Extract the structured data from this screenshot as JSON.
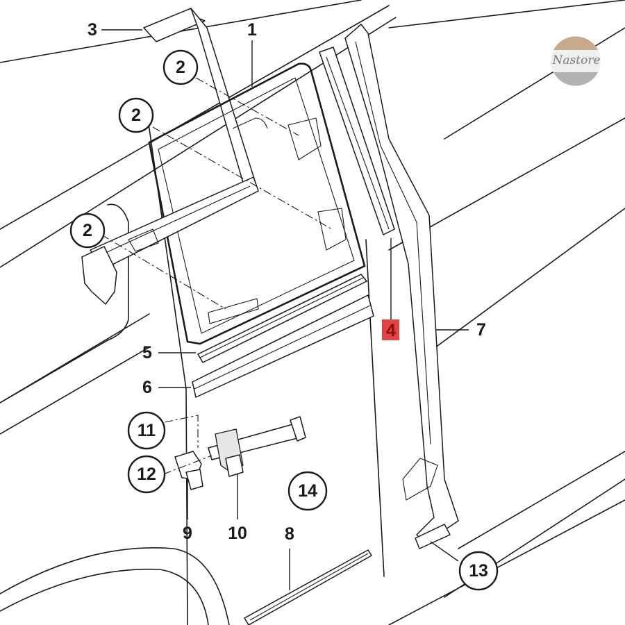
{
  "watermark": {
    "brand": "Nastore"
  },
  "callouts": {
    "c1": "1",
    "c2a": "2",
    "c2b": "2",
    "c2c": "2",
    "c3": "3",
    "c4": "4",
    "c5": "5",
    "c6": "6",
    "c7": "7",
    "c8": "8",
    "c9": "9",
    "c10": "10",
    "c11": "11",
    "c12": "12",
    "c13": "13",
    "c14": "14"
  },
  "highlight": {
    "part": "4",
    "color": "#e04545"
  }
}
